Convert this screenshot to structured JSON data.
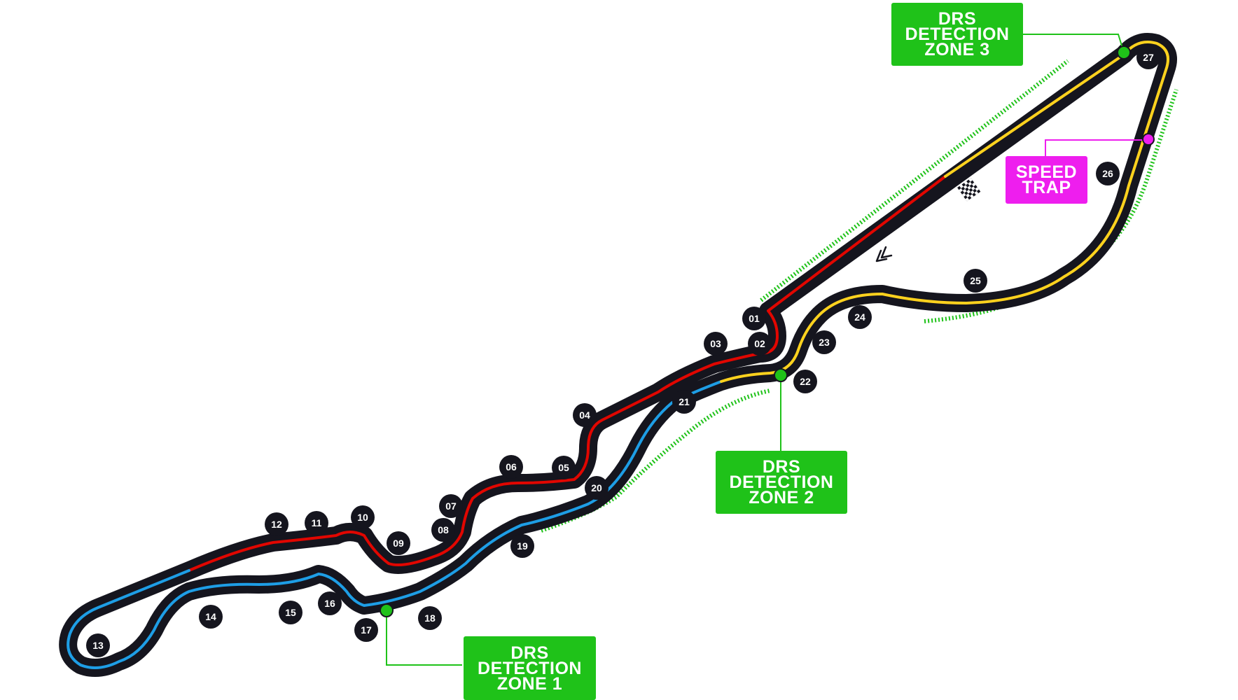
{
  "drs_zones": [
    {
      "id": "zone1",
      "lines": [
        "DRS",
        "DETECTION",
        "ZONE 1"
      ]
    },
    {
      "id": "zone2",
      "lines": [
        "DRS",
        "DETECTION",
        "ZONE 2"
      ]
    },
    {
      "id": "zone3",
      "lines": [
        "DRS",
        "DETECTION",
        "ZONE 3"
      ]
    }
  ],
  "speed_trap": {
    "lines": [
      "SPEED",
      "TRAP"
    ]
  },
  "turns": [
    "01",
    "02",
    "03",
    "04",
    "05",
    "06",
    "07",
    "08",
    "09",
    "10",
    "11",
    "12",
    "13",
    "14",
    "15",
    "16",
    "17",
    "18",
    "19",
    "20",
    "21",
    "22",
    "23",
    "24",
    "25",
    "26",
    "27"
  ],
  "colors": {
    "track": "#15151e",
    "sector1": "#e10600",
    "sector2": "#1e9ee6",
    "sector3": "#ffd21e",
    "drs": "#1fc219",
    "speed_trap": "#ee1eee"
  },
  "icons": [
    "chequered-flag-icon",
    "direction-chevron-icon"
  ]
}
